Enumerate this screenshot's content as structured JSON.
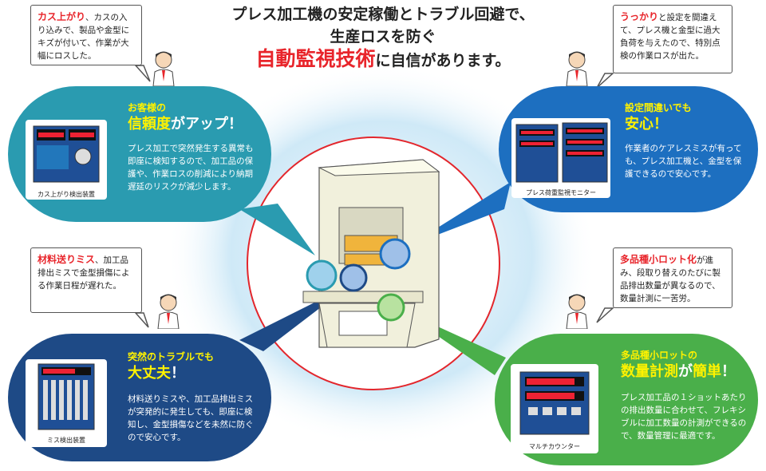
{
  "header": {
    "line1": "プレス加工機の安定稼働とトラブル回避で、",
    "line2": "生産ロスを防ぐ",
    "line3_highlight": "自動監視技術",
    "line3_rest": "に自信があります。"
  },
  "notes": {
    "top_left": {
      "red": "カス上がり",
      "text": "、カスの入り込みで、製品や金型にキズが付いて、作業が大幅にロスした。"
    },
    "top_right": {
      "red": "うっかり",
      "text": "と設定を間違えて、プレス機と金型に過大負荷を与えたので、特別点検の作業ロスが出た。"
    },
    "mid_left": {
      "red": "材料送りミス",
      "text": "、加工品排出ミスで金型損傷による作業日程が遅れた。"
    },
    "mid_right": {
      "red": "多品種小ロット化",
      "text": "が進み、段取り替えのたびに製品排出数量が異なるので、数量計測に一苦労。"
    }
  },
  "panels": {
    "teal": {
      "head_small": "お客様の",
      "head_yellow": "信頼度",
      "head_white": "がアップ！",
      "body": "プレス加工で突然発生する異常も即座に検知するので、加工品の保護や、作業ロスの削減により納期遅延のリスクが減少します。",
      "device_label": "カス上がり検出装置"
    },
    "blue": {
      "head_small": "設定間違いでも",
      "head_big": "安心！",
      "body": "作業者のケアレスミスが有っても、プレス加工機と、金型を保護できるので安心です。",
      "device_label": "プレス荷重監視モニター"
    },
    "navy": {
      "head_small": "突然のトラブルでも",
      "head_yellow": "大丈夫",
      "head_white": "！",
      "body": "材料送りミスや、加工品排出ミスが突発的に発生しても、即座に検知し、金型損傷などを未然に防ぐので安心です。",
      "device_label": "ミス検出装置"
    },
    "green": {
      "head_small": "多品種小ロットの",
      "head_yellow": "数量計測",
      "head_white": "が",
      "head_yellow2": "簡単",
      "head_white2": "！",
      "body": "プレス加工品の１ショットあたりの排出数量に合わせて、フレキシブルに加工数量の計測ができるので、数量管理に最適です。",
      "device_label": "マルチカウンター"
    }
  },
  "colors": {
    "teal": "#2a9bb0",
    "blue": "#1d6fc0",
    "navy": "#1e4a86",
    "green": "#4aaf4a",
    "red": "#e8252b",
    "yellow": "#fff200"
  }
}
